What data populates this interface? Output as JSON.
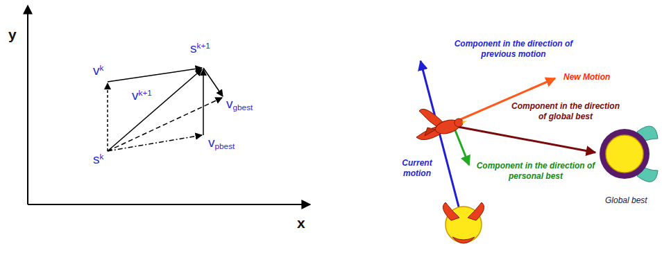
{
  "diagram": {
    "labels": [
      "y",
      "vk",
      "sk+1",
      "vk+1",
      "vgbest",
      "vpbest",
      "sk",
      "x",
      "Component in the direction of previous motion",
      "New Motion",
      "Component in the direction of global best",
      "Current motion",
      "Component in the direction of personal best",
      "Global best"
    ]
  }
}
